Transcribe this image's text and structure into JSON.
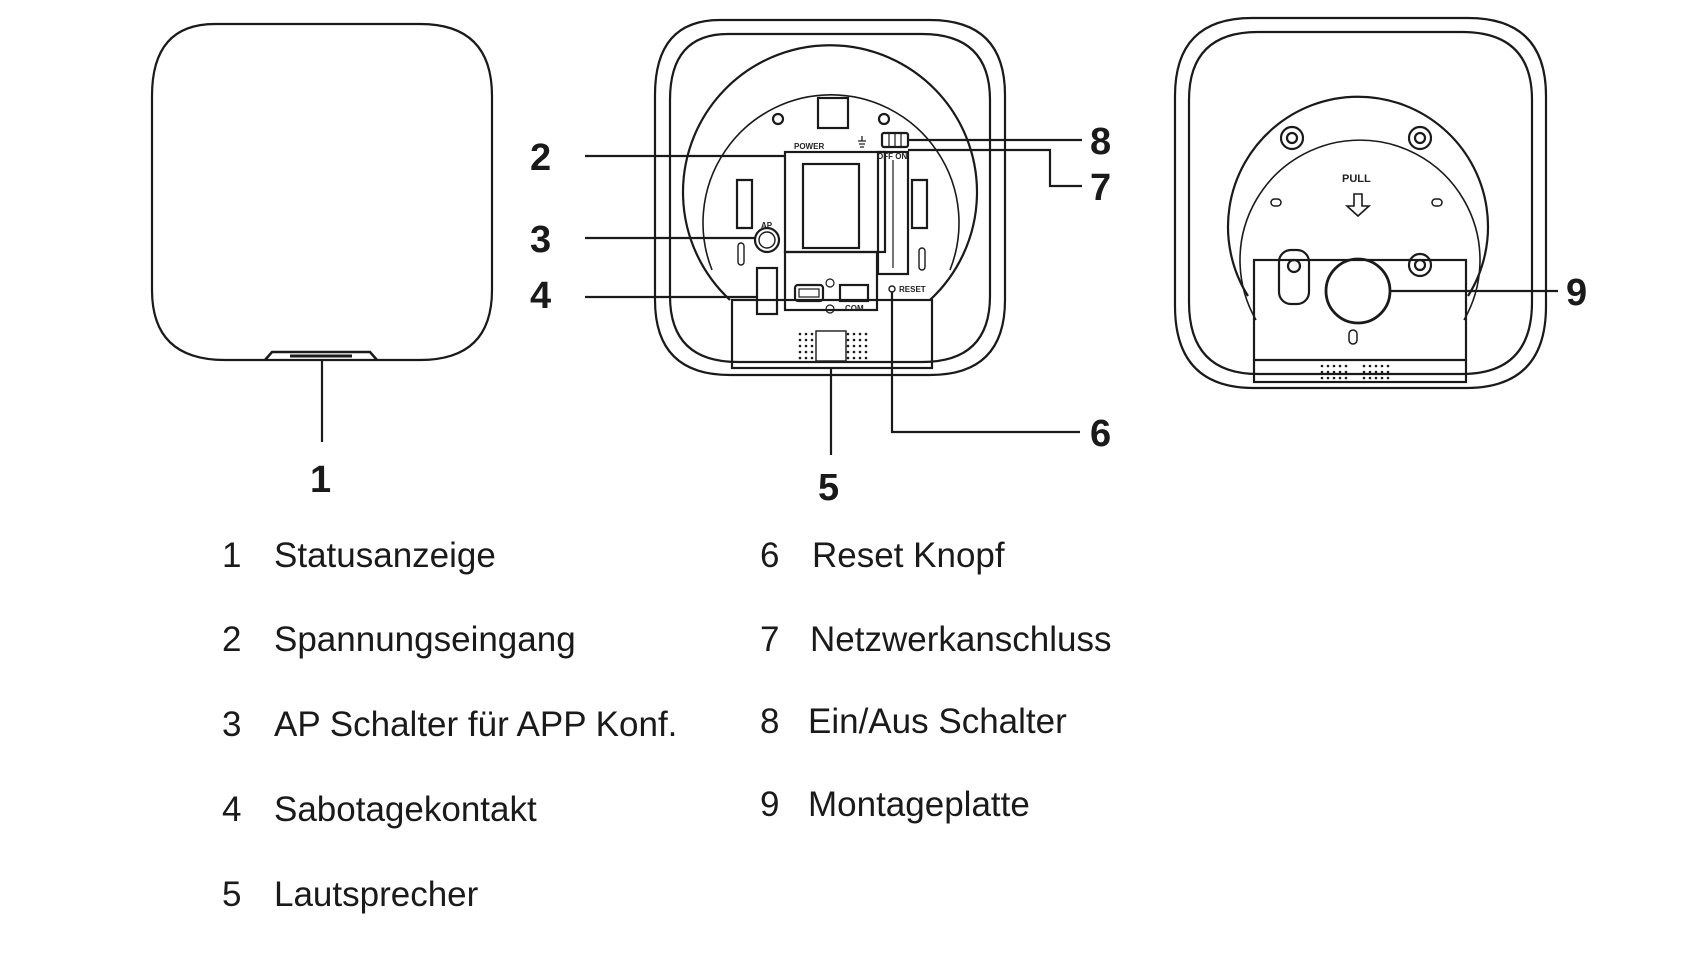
{
  "callouts": {
    "c1": "1",
    "c2": "2",
    "c3": "3",
    "c4": "4",
    "c5": "5",
    "c6": "6",
    "c7": "7",
    "c8": "8",
    "c9": "9"
  },
  "panel_labels": {
    "power": "POWER",
    "ap": "AP",
    "switch": "OFF  ON",
    "com": "COM",
    "reset": "RESET",
    "pull": "PULL"
  },
  "legend": [
    {
      "num": "1",
      "text": "Statusanzeige"
    },
    {
      "num": "2",
      "text": "Spannungseingang"
    },
    {
      "num": "3",
      "text": "AP Schalter für APP Konf."
    },
    {
      "num": "4",
      "text": "Sabotagekontakt"
    },
    {
      "num": "5",
      "text": "Lautsprecher"
    },
    {
      "num": "6",
      "text": "Reset Knopf"
    },
    {
      "num": "7",
      "text": "Netzwerkanschluss"
    },
    {
      "num": "8",
      "text": "Ein/Aus Schalter"
    },
    {
      "num": "9",
      "text": "Montageplatte"
    }
  ]
}
